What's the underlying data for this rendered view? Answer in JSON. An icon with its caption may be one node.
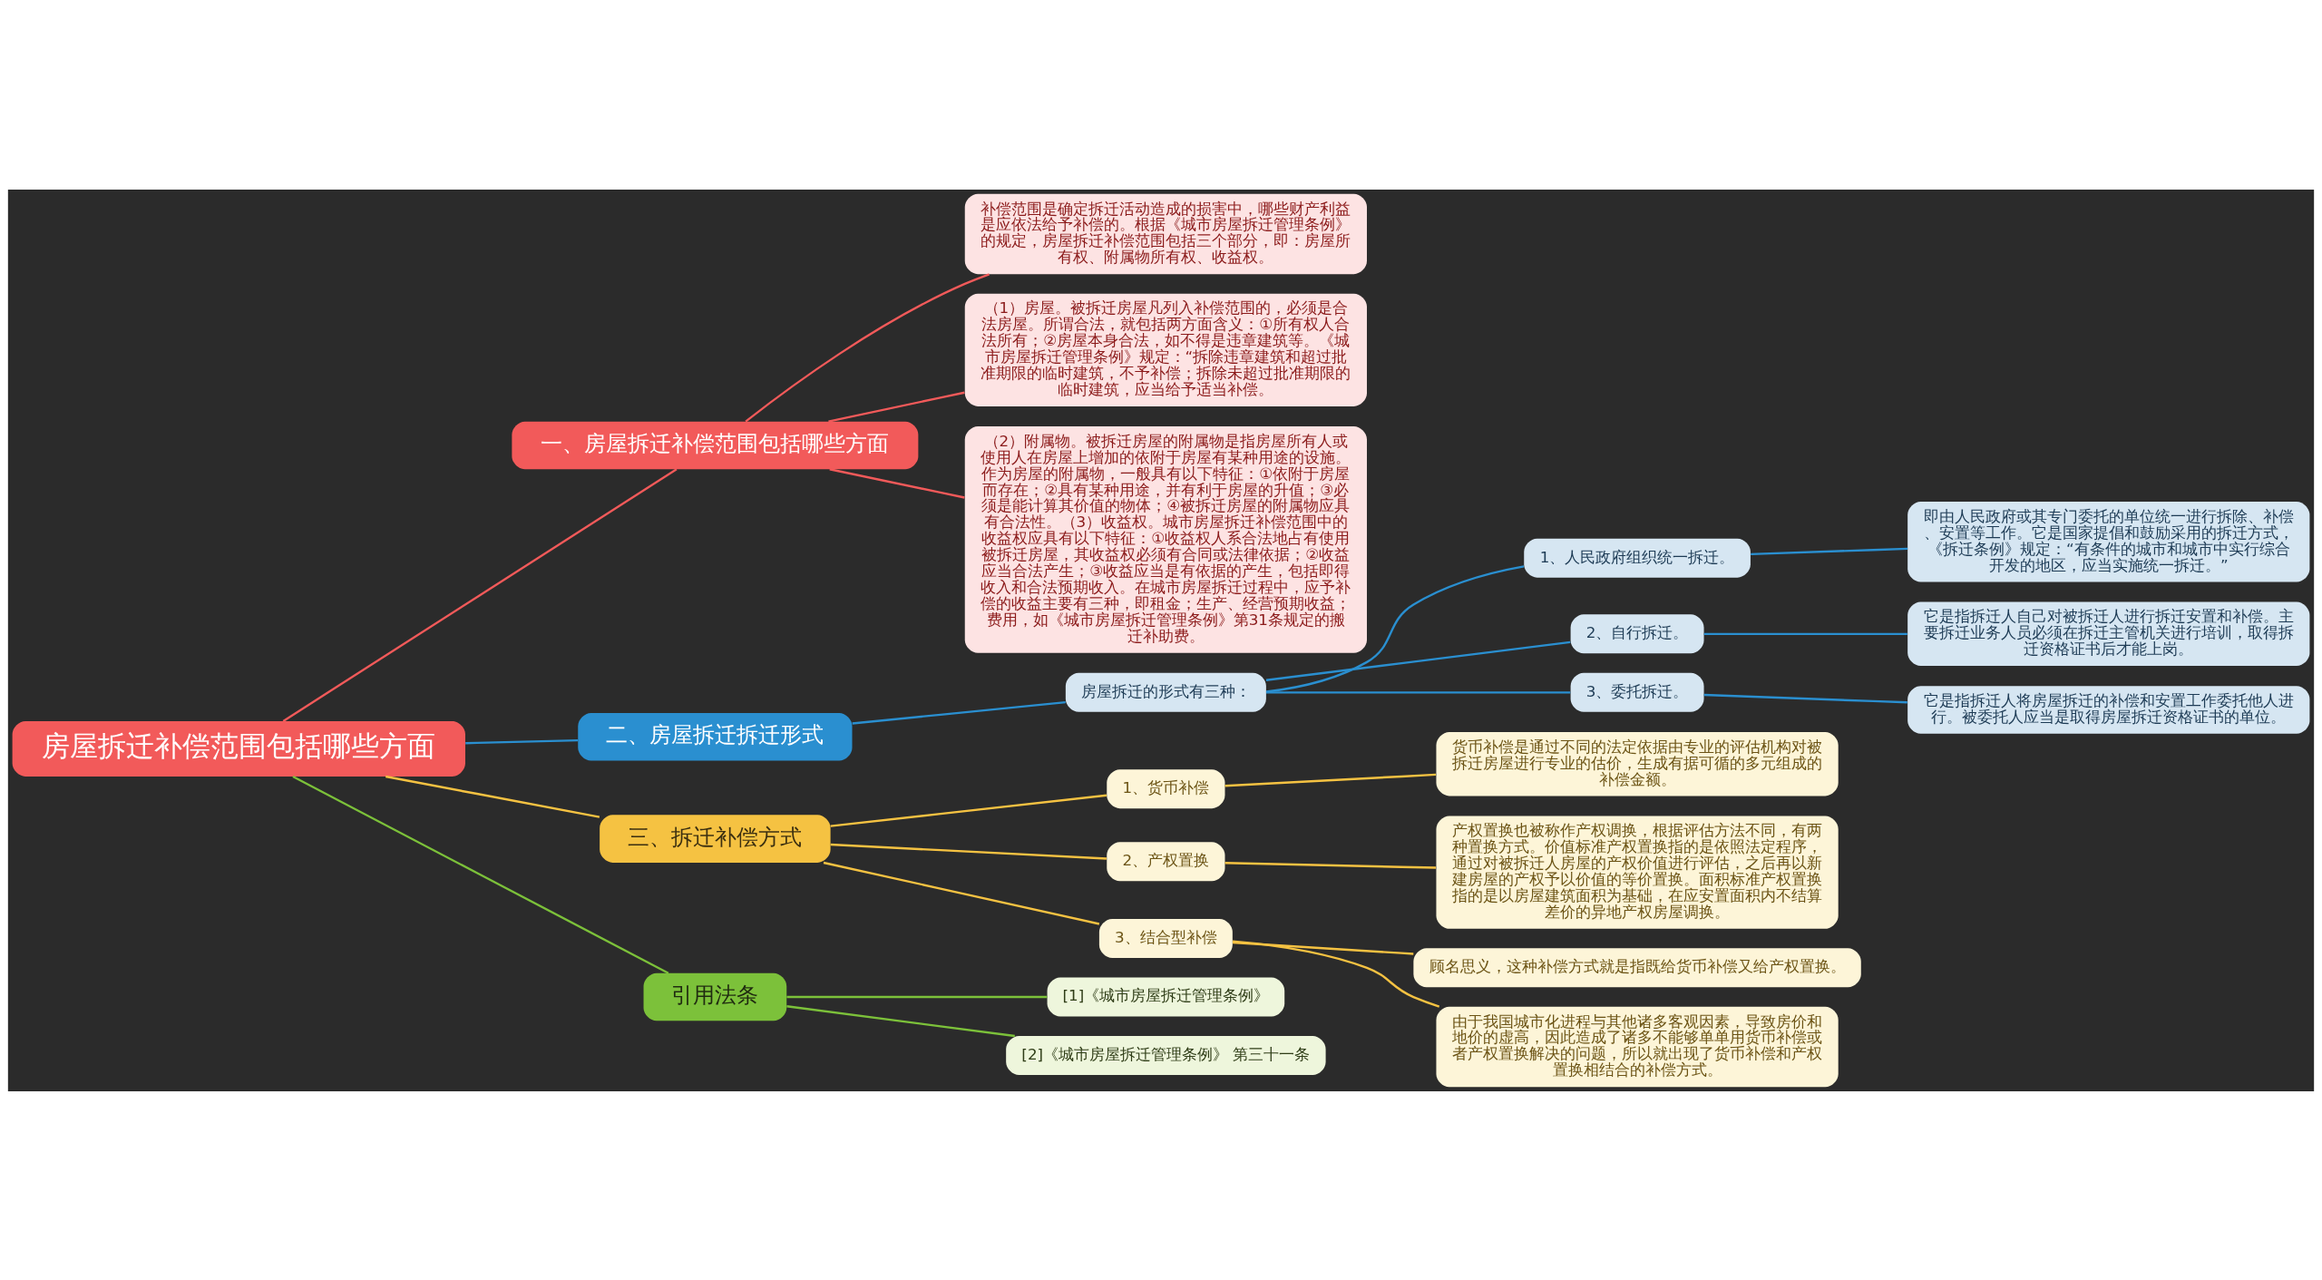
{
  "diagram": {
    "nodes": [
      {
        "text": [
          "房屋拆迁补偿范围包括哪些方面"
        ]
      },
      {
        "text": [
          "一、房屋拆迁补偿范围包括哪些方面"
        ]
      },
      {
        "text": [
          "补偿范围是确定拆迁活动造成的损害中，哪些财产利益是应依法给予补偿的。根据《城市房屋拆迁管理条例》的规定，房屋拆迁补偿范围包括三个部分，即：房屋所有权、附属物所有权、收益权。"
        ]
      },
      {
        "text": [
          "（1）房屋。被拆迁房屋凡列入补偿范围的，必须是合法房屋。所谓合法，就包括两方面含义：①所有权人合法所有；②房屋本身合法，如不得是违章建筑等。《城市房屋拆迁管理条例》规定：“拆除违章建筑和超过批准期限的临时建筑，不予补偿；拆除未超过批准期限的临时建筑，应当给予适当补偿。"
        ]
      },
      {
        "text": [
          "（2）附属物。被拆迁房屋的附属物是指房屋所有人或使用人在房屋上增加的依附于房屋有某种用途的设施。作为房屋的附属物，一般具有以下特征：①依附于房屋而存在；②具有某种用途，并有利于房屋的升值；③必须是能计算其价值的物体；④被拆迁房屋的附属物应具有合法性。（3）收益权。城市房屋拆迁补偿范围中的收益权应具有以下特征：①收益权人系合法地占有使用被拆迁房屋，其收益权必须有合同或法律依据；②收益应当合法产生；③收益应当是有依据的产生，包括即得收入和合法预期收入。在城市房屋拆迁过程中，应予补偿的收益主要有三种，即租金；生产、经营预期收益；费用，如《城市房屋拆迁管理条例》第31条规定的搬迁补助费。"
        ]
      },
      {
        "text": [
          "二、房屋拆迁拆迁形式"
        ]
      },
      {
        "text": [
          "房屋拆迁的形式有三种："
        ]
      },
      {
        "text": [
          "1、人民政府组织统一拆迁。"
        ]
      },
      {
        "text": [
          "即由人民政府或其专门委托的单位统一进行拆除、补偿、安置等工作。它是国家提倡和鼓励采用的拆迁方式，《拆迁条例》规定：“有条件的城市和城市中实行综合开发的地区，应当实施统一拆迁。”"
        ]
      },
      {
        "text": [
          "2、自行拆迁。"
        ]
      },
      {
        "text": [
          "它是指拆迁人自己对被拆迁人进行拆迁安置和补偿。主要拆迁业务人员必须在拆迁主管机关进行培训，取得拆迁资格证书后才能上岗。"
        ]
      },
      {
        "text": [
          "3、委托拆迁。"
        ]
      },
      {
        "text": [
          "它是指拆迁人将房屋拆迁的补偿和安置工作委托他人进行。被委托人应当是取得房屋拆迁资格证书的单位。"
        ]
      },
      {
        "text": [
          "三、拆迁补偿方式"
        ]
      },
      {
        "text": [
          "1、货币补偿"
        ]
      },
      {
        "text": [
          "货币补偿是通过不同的法定依据由专业的评估机构对被拆迁房屋进行专业的估价，生成有据可循的多元组成的补偿金额。"
        ]
      },
      {
        "text": [
          "2、产权置换"
        ]
      },
      {
        "text": [
          "产权置换也被称作产权调换，根据评估方法不同，有两种置换方式。价值标准产权置换指的是依照法定程序，通过对被拆迁人房屋的产权价值进行评估，之后再以新建房屋的产权予以价值的等价置换。面积标准产权置换指的是以房屋建筑面积为基础，在应安置面积内不结算差价的异地产权房屋调换。"
        ]
      },
      {
        "text": [
          "3、结合型补偿"
        ]
      },
      {
        "text": [
          "顾名思义，这种补偿方式就是指既给货币补偿又给产权置换。"
        ]
      },
      {
        "text": [
          "由于我国城市化进程与其他诸多客观因素，导致房价和地价的虚高，因此造成了诸多不能够单单用货币补偿或者产权置换解决的问题，所以就出现了货币补偿和产权置换相结合的补偿方式。"
        ]
      },
      {
        "text": [
          "引用法条"
        ]
      },
      {
        "text": [
          "[1]《城市房屋拆迁管理条例》"
        ]
      },
      {
        "text": [
          "[2]《城市房屋拆迁管理条例》 第三十一条"
        ]
      }
    ],
    "edges": [
      {
        "from": 0,
        "to": 1,
        "arrow": "none",
        "color": "#f25a5a"
      },
      {
        "from": 1,
        "to": 2,
        "arrow": "none",
        "color": "#f25a5a"
      },
      {
        "from": 1,
        "to": 3,
        "arrow": "none",
        "color": "#f25a5a"
      },
      {
        "from": 1,
        "to": 4,
        "arrow": "none",
        "color": "#f25a5a"
      },
      {
        "from": 0,
        "to": 5,
        "arrow": "none",
        "color": "#2a8fd0"
      },
      {
        "from": 5,
        "to": 6,
        "arrow": "none",
        "color": "#2a8fd0"
      },
      {
        "from": 6,
        "to": 7,
        "arrow": "none",
        "color": "#2a8fd0"
      },
      {
        "from": 7,
        "to": 8,
        "arrow": "none",
        "color": "#2a8fd0"
      },
      {
        "from": 6,
        "to": 9,
        "arrow": "none",
        "color": "#2a8fd0"
      },
      {
        "from": 9,
        "to": 10,
        "arrow": "none",
        "color": "#2a8fd0"
      },
      {
        "from": 6,
        "to": 11,
        "arrow": "none",
        "color": "#2a8fd0"
      },
      {
        "from": 11,
        "to": 12,
        "arrow": "none",
        "color": "#2a8fd0"
      },
      {
        "from": 0,
        "to": 13,
        "arrow": "none",
        "color": "#f5c242"
      },
      {
        "from": 13,
        "to": 14,
        "arrow": "none",
        "color": "#f5c242"
      },
      {
        "from": 14,
        "to": 15,
        "arrow": "none",
        "color": "#f5c242"
      },
      {
        "from": 13,
        "to": 16,
        "arrow": "none",
        "color": "#f5c242"
      },
      {
        "from": 16,
        "to": 17,
        "arrow": "none",
        "color": "#f5c242"
      },
      {
        "from": 13,
        "to": 18,
        "arrow": "none",
        "color": "#f5c242"
      },
      {
        "from": 18,
        "to": 19,
        "arrow": "none",
        "color": "#f5c242"
      },
      {
        "from": 18,
        "to": 20,
        "arrow": "none",
        "color": "#f5c242"
      },
      {
        "from": 0,
        "to": 21,
        "arrow": "none",
        "color": "#7cc13a"
      },
      {
        "from": 21,
        "to": 22,
        "arrow": "none",
        "color": "#7cc13a"
      },
      {
        "from": 21,
        "to": 23,
        "arrow": "none",
        "color": "#7cc13a"
      }
    ]
  }
}
